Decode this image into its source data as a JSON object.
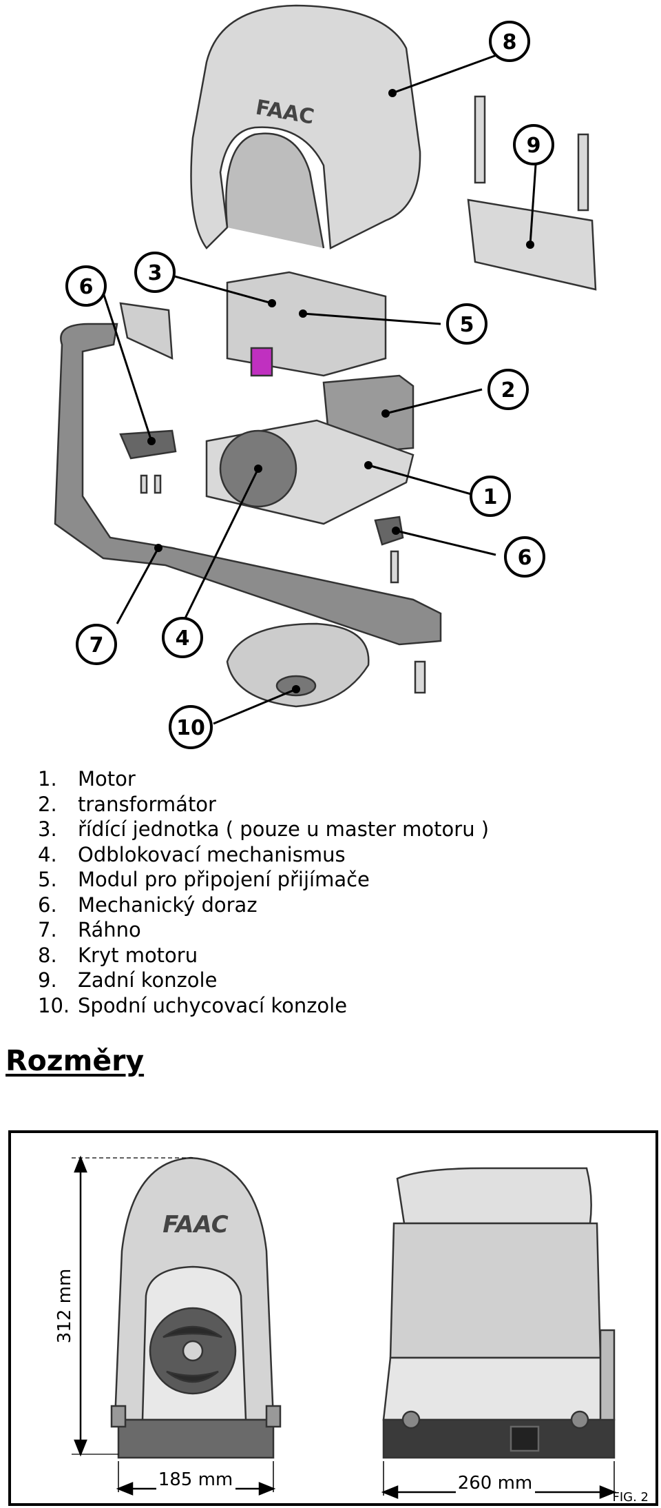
{
  "exploded_view": {
    "callouts": [
      "8",
      "9",
      "3",
      "6",
      "5",
      "2",
      "1",
      "6",
      "7",
      "4",
      "10"
    ],
    "logo_text": "FAAC"
  },
  "parts_list": [
    {
      "num": "1.",
      "label": "Motor"
    },
    {
      "num": "2.",
      "label": "transformátor"
    },
    {
      "num": "3.",
      "label": "řídící jednotka ( pouze u master motoru )"
    },
    {
      "num": "4.",
      "label": "Odblokovací mechanismus"
    },
    {
      "num": "5.",
      "label": "Modul pro připojení přijímače"
    },
    {
      "num": "6.",
      "label": "Mechanický doraz"
    },
    {
      "num": "7.",
      "label": "Ráhno"
    },
    {
      "num": "8.",
      "label": "Kryt motoru"
    },
    {
      "num": "9.",
      "label": "Zadní konzole"
    },
    {
      "num": "10.",
      "label": "Spodní uchycovací konzole"
    }
  ],
  "section_title": "Rozměry",
  "dimensions": {
    "height": "312 mm",
    "width_front": "185 mm",
    "width_side": "260 mm",
    "figure_label": "FIG. 2",
    "logo_text": "FAAC"
  }
}
